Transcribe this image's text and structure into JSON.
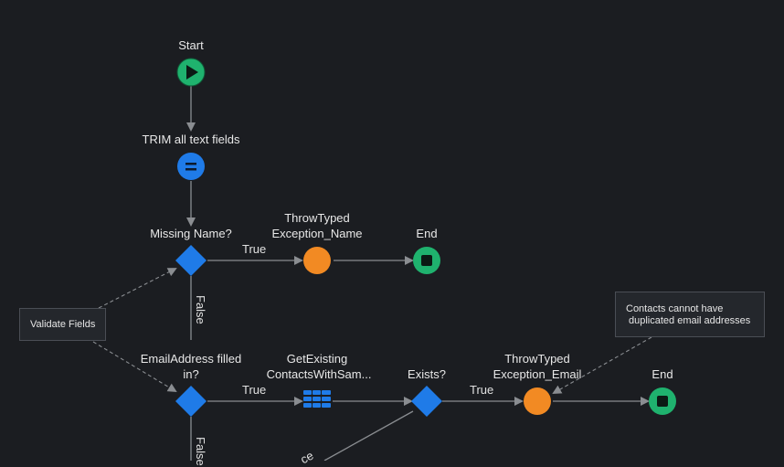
{
  "colors": {
    "background": "#1b1d21",
    "start_end": "#1fb26e",
    "assign": "#1f7be8",
    "decision": "#1f7be8",
    "exception": "#f28a23",
    "connector": "#8a8d91",
    "note_border": "#4a4e55"
  },
  "nodes": {
    "start": {
      "label": "Start",
      "icon": "play-icon"
    },
    "trim": {
      "label": "TRIM all text fields",
      "icon": "equals-icon"
    },
    "missing_name": {
      "label": "Missing Name?"
    },
    "throw_name": {
      "label_line1": "ThrowTyped",
      "label_line2": "Exception_Name"
    },
    "end1": {
      "label": "End",
      "icon": "stop-icon"
    },
    "email_filled": {
      "label_line1": "EmailAddress filled",
      "label_line2": "in?"
    },
    "get_existing": {
      "label_line1": "GetExisting",
      "label_line2": "ContactsWithSam...",
      "icon": "table-icon"
    },
    "exists": {
      "label": "Exists?"
    },
    "throw_email": {
      "label_line1": "ThrowTyped",
      "label_line2": "Exception_Email"
    },
    "end2": {
      "label": "End",
      "icon": "stop-icon"
    }
  },
  "edges": {
    "true1": "True",
    "false1": "False",
    "true2": "True",
    "true3": "True",
    "false2": "False",
    "partial": "ce"
  },
  "notes": {
    "validate": "Validate Fields",
    "contacts_line1": "Contacts cannot have",
    "contacts_line2": "duplicated email addresses"
  }
}
